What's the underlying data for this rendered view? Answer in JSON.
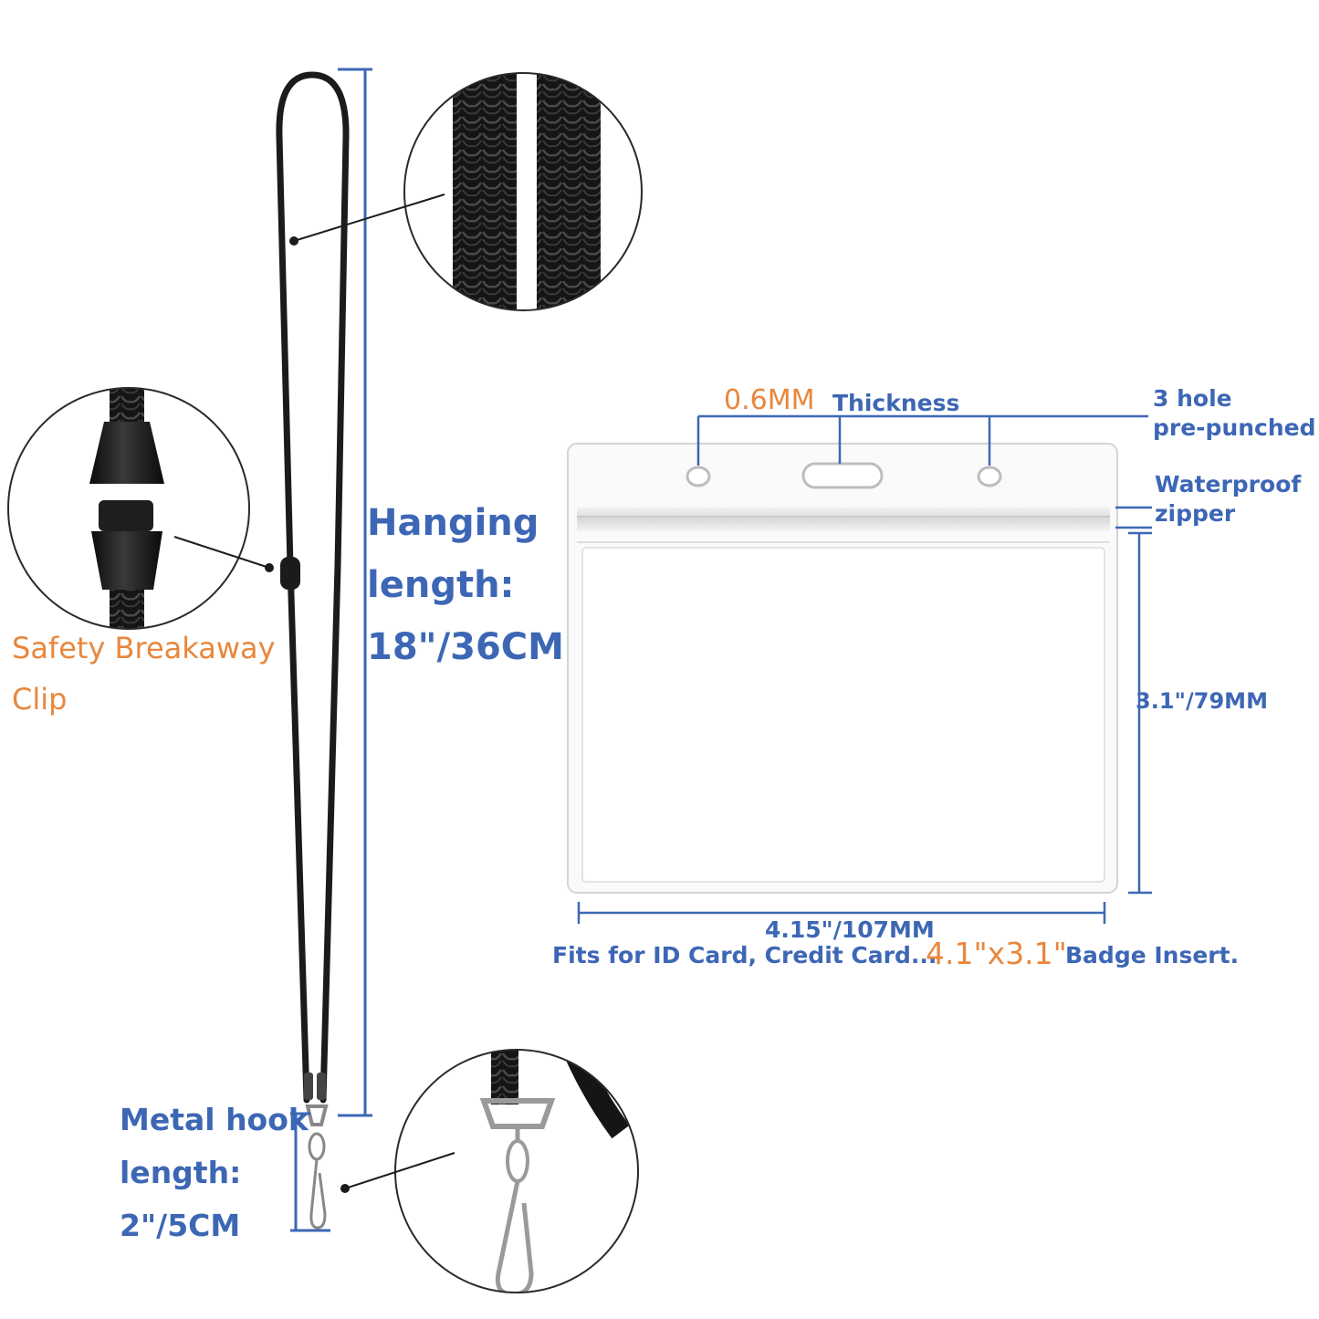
{
  "colors": {
    "blue": "#3d67b5",
    "orange": "#e8873d",
    "cord": "#1b1b1b"
  },
  "labels": {
    "hanging_line1": "Hanging",
    "hanging_line2": "length:",
    "hanging_line3": "18\"/36CM",
    "safety_line1": "Safety Breakaway",
    "safety_line2": "Clip",
    "metal_line1": "Metal hook",
    "metal_line2": "length:",
    "metal_line3": "2\"/5CM",
    "thickness_value": "0.6MM",
    "thickness_word": "Thickness",
    "hole_line1": "3 hole",
    "hole_line2": "pre-punched",
    "zipper_line1": "Waterproof",
    "zipper_line2": "zipper",
    "height_dim": "3.1\"/79MM",
    "width_dim": "4.15\"/107MM",
    "fits_text": "Fits for ID Card, Credit Card...",
    "insert_size": "4.1\"x3.1\"",
    "insert_text": "Badge Insert."
  }
}
